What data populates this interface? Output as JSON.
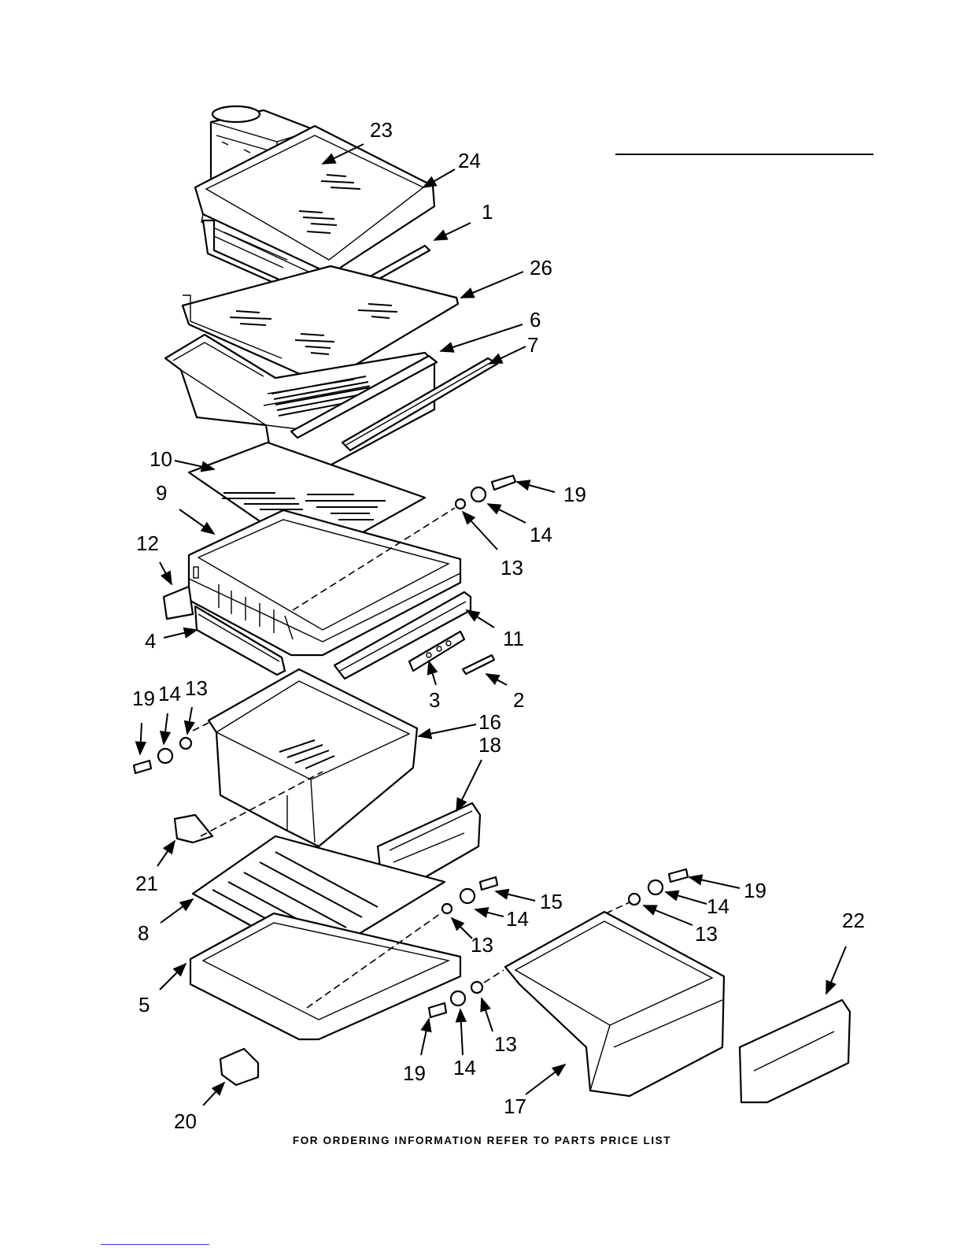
{
  "footer": {
    "ordering_note": "FOR ORDERING INFORMATION REFER TO PARTS PRICE LIST"
  },
  "callouts": {
    "c23": "23",
    "c24": "24",
    "c1": "1",
    "c26": "26",
    "c6": "6",
    "c7": "7",
    "c10": "10",
    "c9": "9",
    "c12": "12",
    "c19_top": "19",
    "c14_top": "14",
    "c13_top": "13",
    "c11": "11",
    "c4": "4",
    "c3": "3",
    "c2": "2",
    "c19_left": "19",
    "c14_left": "14",
    "c13_left": "13",
    "c16": "16",
    "c18": "18",
    "c21": "21",
    "c15": "15",
    "c14_mid": "14",
    "c13_mid": "13",
    "c8": "8",
    "c5": "5",
    "c19_right": "19",
    "c14_right": "14",
    "c13_right": "13",
    "c22": "22",
    "c13_low": "13",
    "c19_low": "19",
    "c14_low": "14",
    "c17": "17",
    "c20": "20"
  },
  "colors": {
    "ink": "#000000",
    "paper": "#ffffff",
    "link_rule": "#2a3fd6"
  }
}
